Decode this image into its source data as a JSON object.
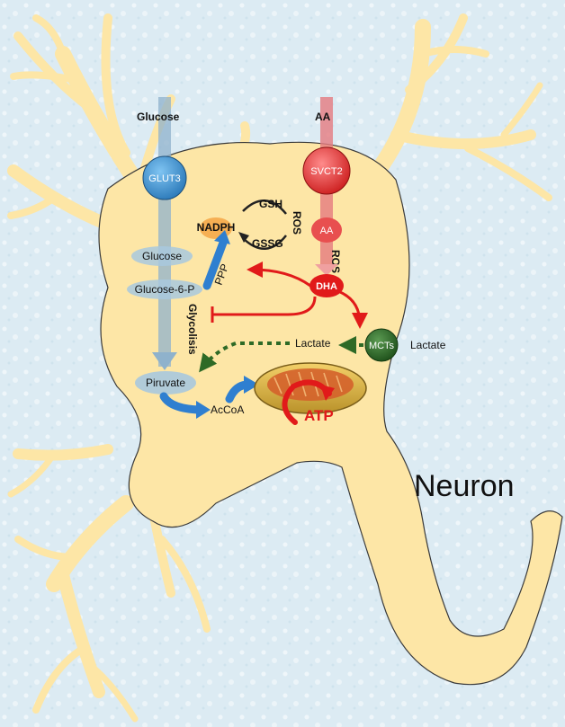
{
  "labels": {
    "glucose_top": "Glucose",
    "aa_top": "AA",
    "glut3": "GLUT3",
    "svct2": "SVCT2",
    "aa_inner": "AA",
    "ros_small": "ROS",
    "dha": "DHA",
    "nadph": "NADPH",
    "gsh": "GSH",
    "gssg": "GSSG",
    "ros_cycle": "ROS",
    "ppp": "PPP",
    "glucose_inner": "Glucose",
    "glucose_6p": "Glucose-6-P",
    "glycolisis": "Glycolisis",
    "piruvate": "Piruvate",
    "accoa": "AcCoA",
    "atp": "ATP",
    "lactate_inner": "Lactate",
    "mcts": "MCTs",
    "lactate_outer": "Lactate",
    "neuron": "Neuron"
  },
  "colors": {
    "background": "#dcebf3",
    "cell_body": "#fde6a6",
    "cell_outline": "#3a3a3a",
    "glucose_track": "#8fb2cc",
    "aa_track": "#e57b80",
    "transport_red": "#e11a1a",
    "flux_blue": "#2f7fd0",
    "lactate_green": "#2e6a26",
    "mitochondrion": "#d4622b"
  }
}
